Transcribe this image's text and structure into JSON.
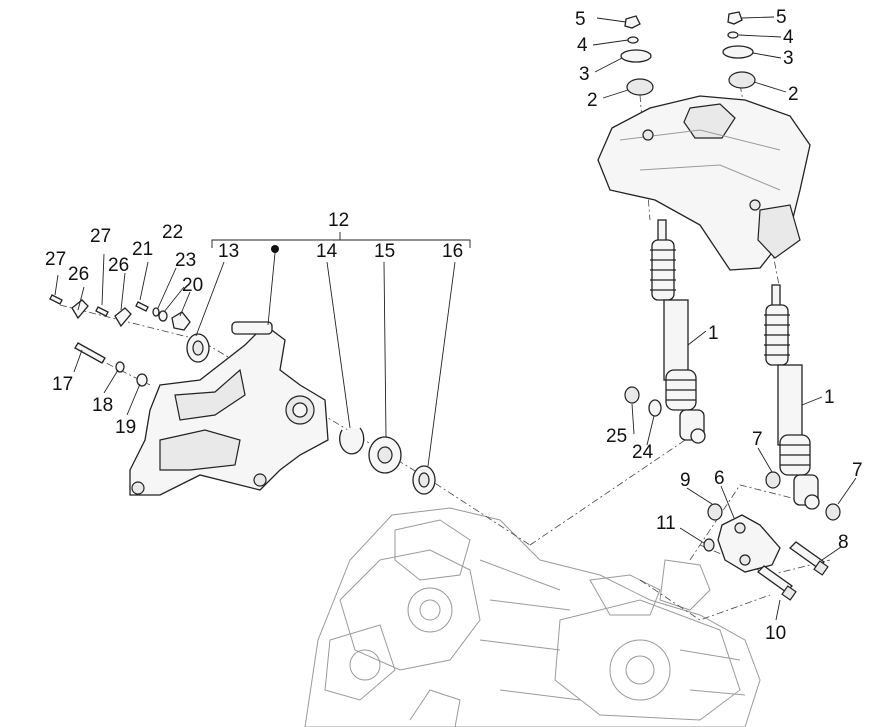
{
  "labels": {
    "l1a": "1",
    "l1b": "1",
    "l2a": "2",
    "l2b": "2",
    "l3a": "3",
    "l3b": "3",
    "l4a": "4",
    "l4b": "4",
    "l5a": "5",
    "l5b": "5",
    "l6": "6",
    "l7a": "7",
    "l7b": "7",
    "l8": "8",
    "l9": "9",
    "l10": "10",
    "l11": "11",
    "l12": "12",
    "l13": "13",
    "l14": "14",
    "l15": "15",
    "l16": "16",
    "l17": "17",
    "l18": "18",
    "l19": "19",
    "l20": "20",
    "l21": "21",
    "l22": "22",
    "l23": "23",
    "l24": "24",
    "l25": "25",
    "l26a": "26",
    "l26b": "26",
    "l27a": "27",
    "l27b": "27"
  }
}
